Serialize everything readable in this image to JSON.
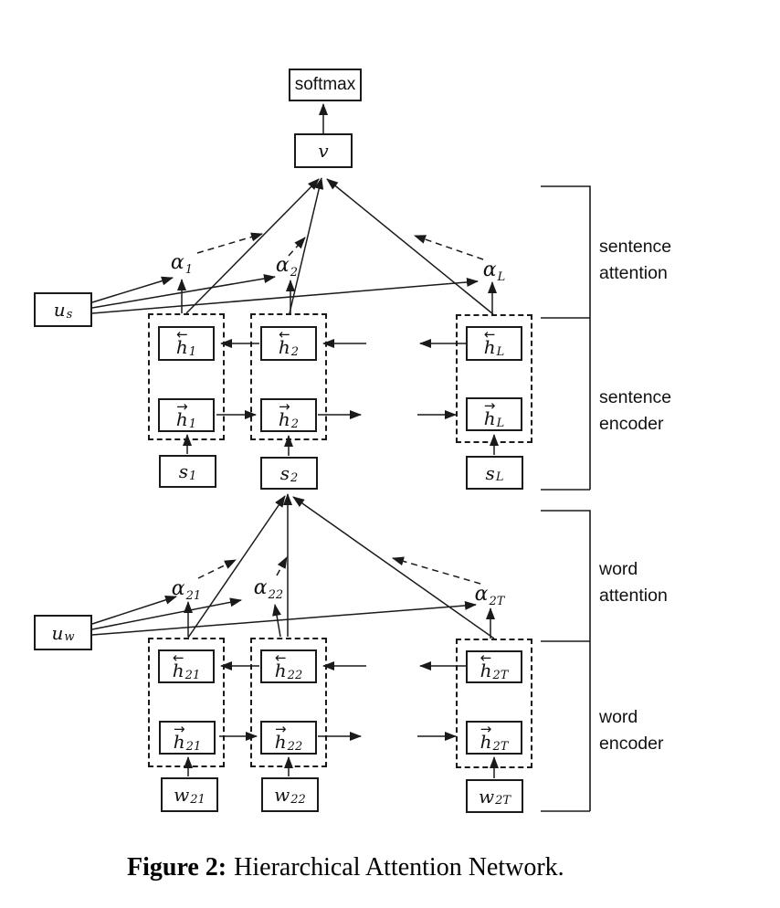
{
  "top": {
    "softmax": "softmax",
    "v": "v"
  },
  "sentence": {
    "query": {
      "base": "u",
      "sub": "s"
    },
    "alphas": [
      {
        "base": "α",
        "sub": "1"
      },
      {
        "base": "α",
        "sub": "2"
      },
      {
        "base": "α",
        "sub": "L"
      }
    ],
    "units": [
      {
        "backward": {
          "arrow": "←",
          "base": "h",
          "sub": "1"
        },
        "forward": {
          "arrow": "→",
          "base": "h",
          "sub": "1"
        },
        "input": {
          "base": "s",
          "sub": "1"
        }
      },
      {
        "backward": {
          "arrow": "←",
          "base": "h",
          "sub": "2"
        },
        "forward": {
          "arrow": "→",
          "base": "h",
          "sub": "2"
        },
        "input": {
          "base": "s",
          "sub": "2"
        }
      },
      {
        "backward": {
          "arrow": "←",
          "base": "h",
          "sub": "L"
        },
        "forward": {
          "arrow": "→",
          "base": "h",
          "sub": "L"
        },
        "input": {
          "base": "s",
          "sub": "L"
        }
      }
    ]
  },
  "word": {
    "query": {
      "base": "u",
      "sub": "w"
    },
    "alphas": [
      {
        "base": "α",
        "sub": "21"
      },
      {
        "base": "α",
        "sub": "22"
      },
      {
        "base": "α",
        "sub": "2T"
      }
    ],
    "units": [
      {
        "backward": {
          "arrow": "←",
          "base": "h",
          "sub": "21"
        },
        "forward": {
          "arrow": "→",
          "base": "h",
          "sub": "21"
        },
        "input": {
          "base": "w",
          "sub": "21"
        }
      },
      {
        "backward": {
          "arrow": "←",
          "base": "h",
          "sub": "22"
        },
        "forward": {
          "arrow": "→",
          "base": "h",
          "sub": "22"
        },
        "input": {
          "base": "w",
          "sub": "22"
        }
      },
      {
        "backward": {
          "arrow": "←",
          "base": "h",
          "sub": "2T"
        },
        "forward": {
          "arrow": "→",
          "base": "h",
          "sub": "2T"
        },
        "input": {
          "base": "w",
          "sub": "2T"
        }
      }
    ]
  },
  "brackets": [
    {
      "line1": "sentence",
      "line2": "attention"
    },
    {
      "line1": "sentence",
      "line2": "encoder"
    },
    {
      "line1": "word",
      "line2": "attention"
    },
    {
      "line1": "word",
      "line2": "encoder"
    }
  ],
  "caption": {
    "label": "Figure 2:",
    "text": "Hierarchical Attention Network."
  },
  "colors": {
    "ink": "#1a1a1a",
    "background": "#ffffff"
  }
}
